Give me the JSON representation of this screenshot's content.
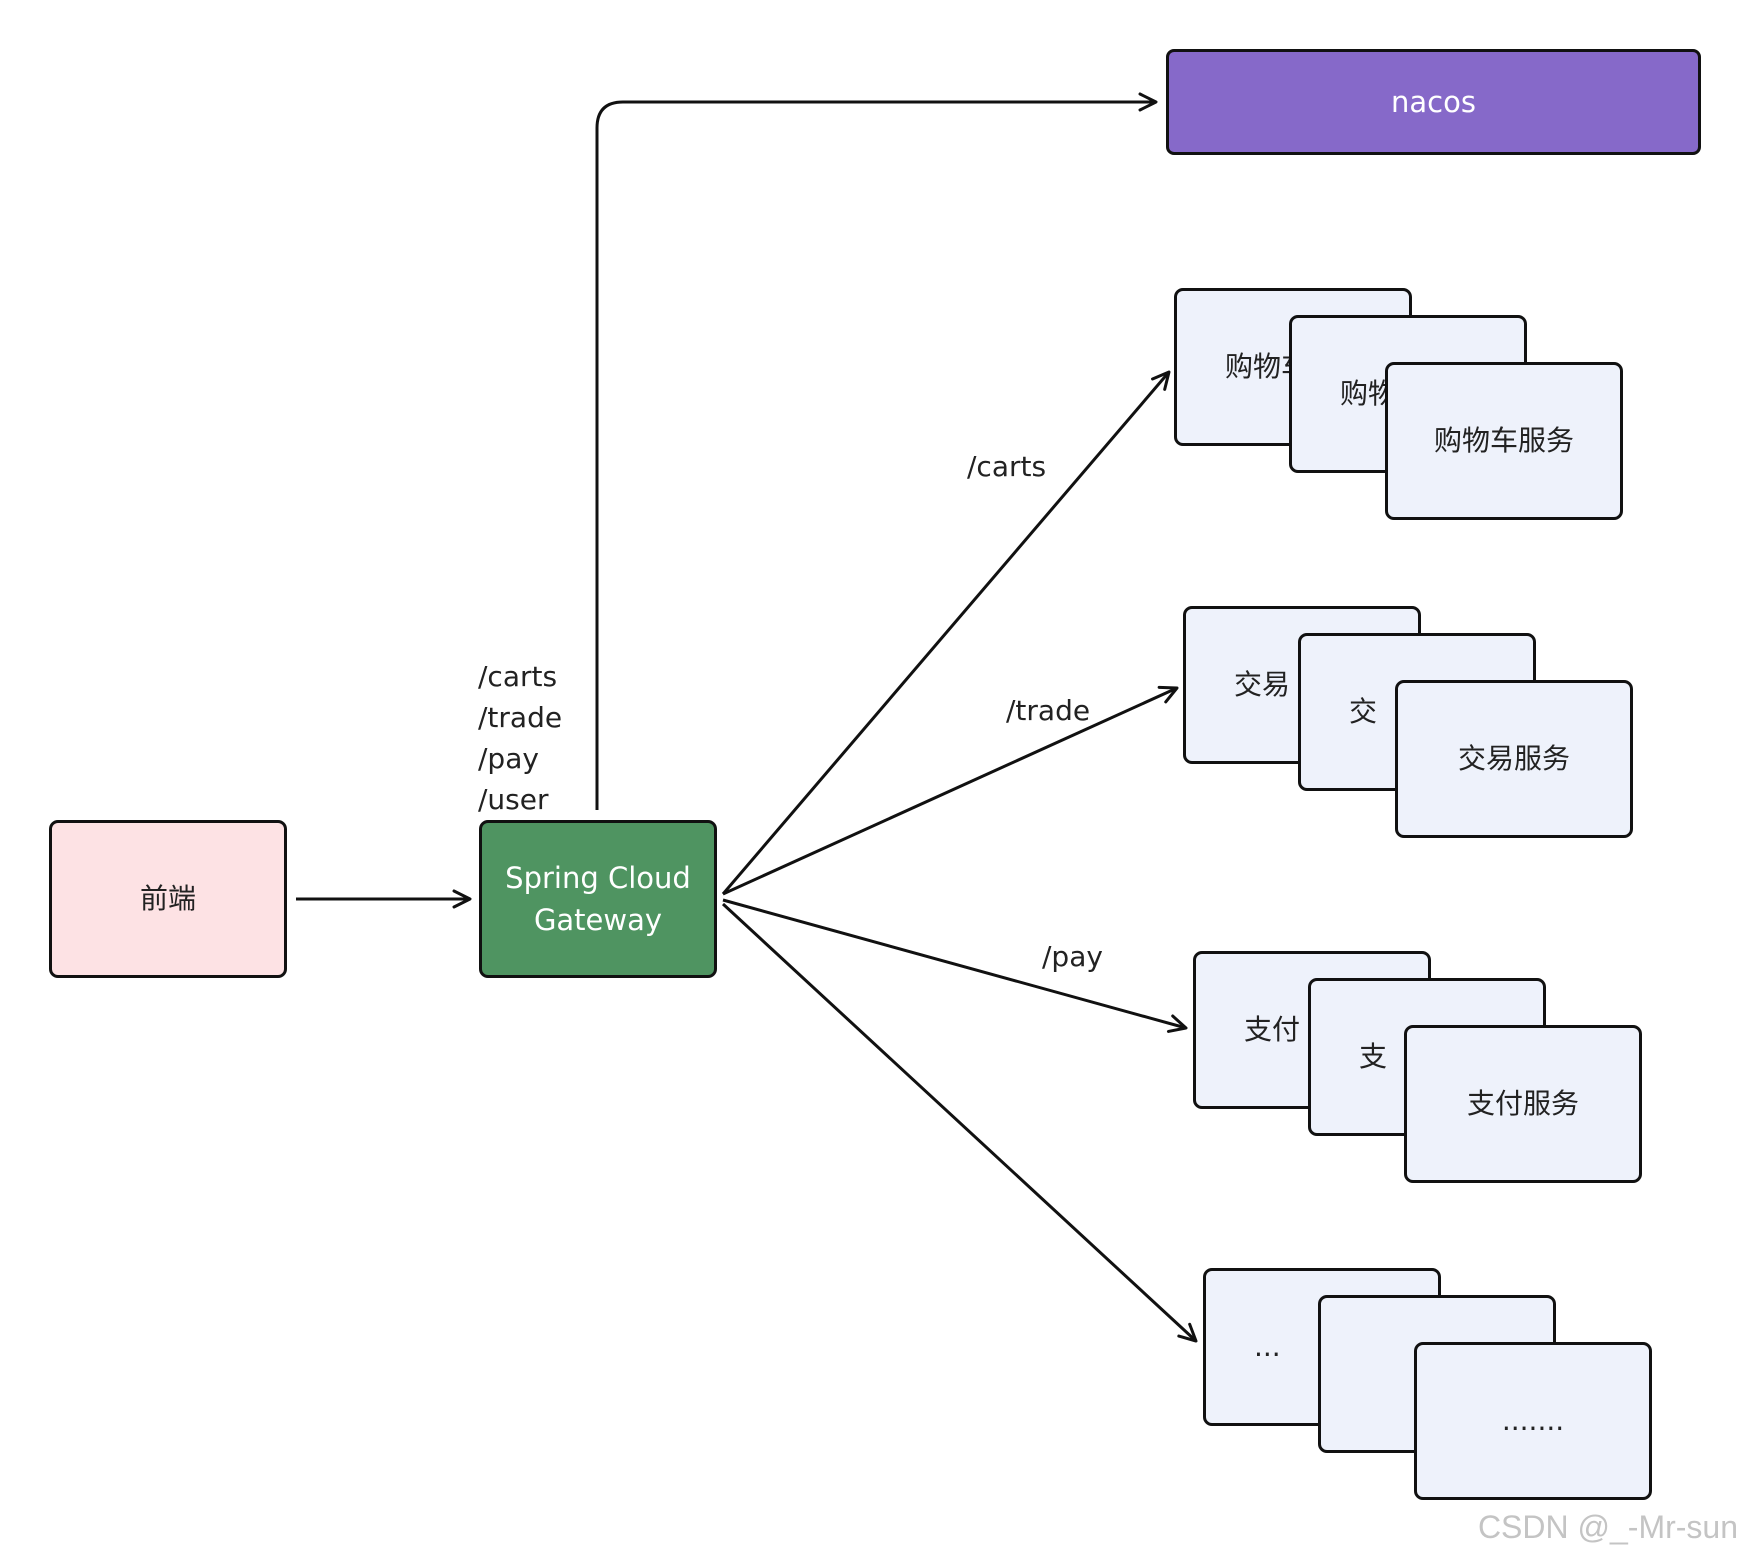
{
  "nodes": {
    "frontend": "前端",
    "gateway": "Spring Cloud\nGateway",
    "nacos": "nacos"
  },
  "gateway_routes": [
    "/carts",
    "/trade",
    "/pay",
    "/user"
  ],
  "edge_labels": {
    "carts": "/carts",
    "trade": "/trade",
    "pay": "/pay"
  },
  "services": {
    "carts": {
      "back": "购物车",
      "middle": "购物",
      "front": "购物车服务"
    },
    "trade": {
      "back": "交易",
      "middle": "交",
      "front": "交易服务"
    },
    "pay": {
      "back": "支付",
      "middle": "支",
      "front": "支付服务"
    },
    "other": {
      "back": "...",
      "middle": "",
      "front": "......."
    }
  },
  "watermark": "CSDN @_-Mr-sun",
  "colors": {
    "frontend_fill": "#fde2e4",
    "gateway_fill": "#4f9461",
    "nacos_fill": "#8669c9",
    "service_fill": "#eef2fb"
  }
}
